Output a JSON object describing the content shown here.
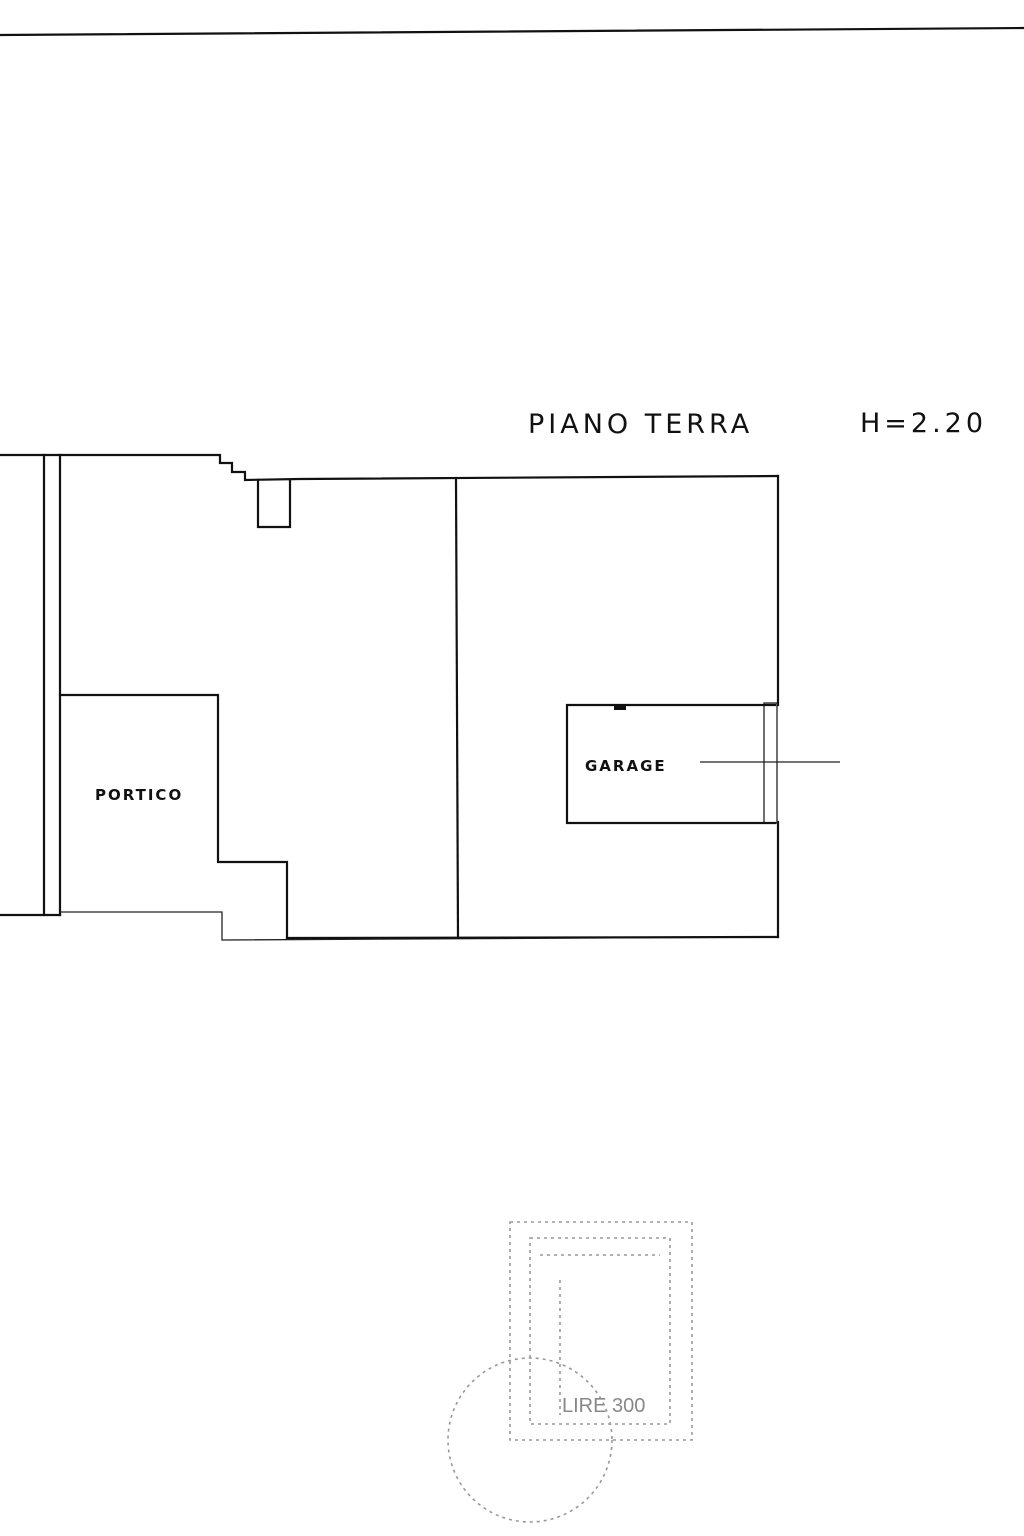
{
  "plan": {
    "title": "PIANO TERRA",
    "height_label": "H=2.20",
    "rooms": [
      {
        "label": "PORTICO"
      },
      {
        "label": "GARAGE"
      }
    ]
  },
  "stamp": {
    "value_text": "LIRE 300"
  }
}
